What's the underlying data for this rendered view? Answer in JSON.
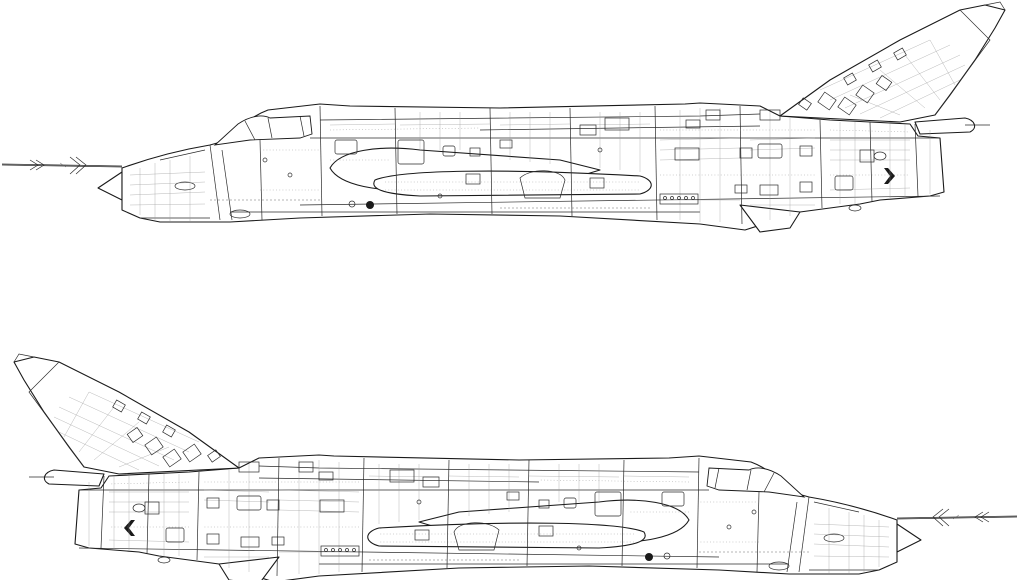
{
  "drawing": {
    "views": [
      {
        "id": "left-side",
        "facing": "left"
      },
      {
        "id": "right-side",
        "facing": "right"
      }
    ],
    "colors": {
      "line": "#1a1a1a",
      "background": "#ffffff"
    }
  }
}
